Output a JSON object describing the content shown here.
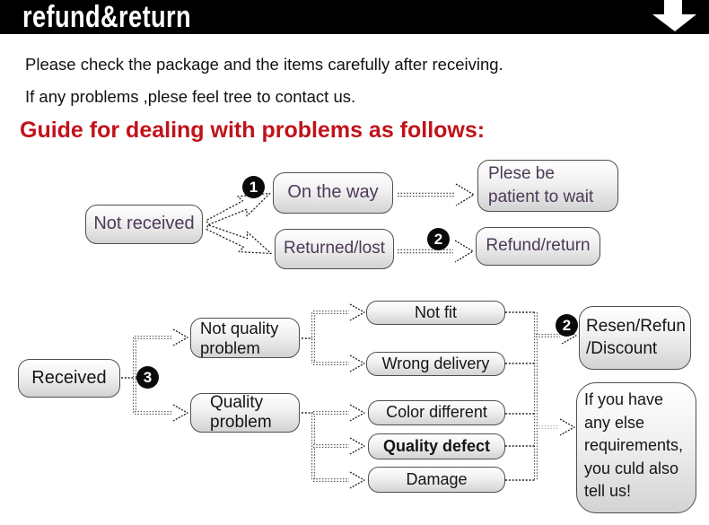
{
  "header": {
    "title": "refund&return"
  },
  "intro": {
    "line1": "Please check the package and the items carefully after receiving.",
    "line2": "If any problems ,plese feel tree to contact us."
  },
  "heading": "Guide for dealing with problems as follows:",
  "badges": {
    "one": "1",
    "two": "2",
    "three": "3"
  },
  "flow1": {
    "not_received": "Not received",
    "on_the_way": "On the way",
    "returned_lost": "Returned/lost",
    "be_patient": "Plese be\npatient to wait",
    "refund_return": "Refund/return"
  },
  "flow2": {
    "received": "Received",
    "not_quality_problem": "Not quality\nproblem",
    "quality_problem": "Quality\nproblem",
    "not_fit": "Not fit",
    "wrong_delivery": "Wrong delivery",
    "color_different": "Color different",
    "quality_defect": "Quality defect",
    "damage": "Damage",
    "resen_refund_discount": "Resen/Refun\n/Discount",
    "more_requirements": "If you have\nany else\nrequirements,\nyou culd also\ntell us!"
  },
  "colors": {
    "accent_red": "#c1121a",
    "purple_text": "#4c3a57",
    "bar_black": "#000000"
  }
}
